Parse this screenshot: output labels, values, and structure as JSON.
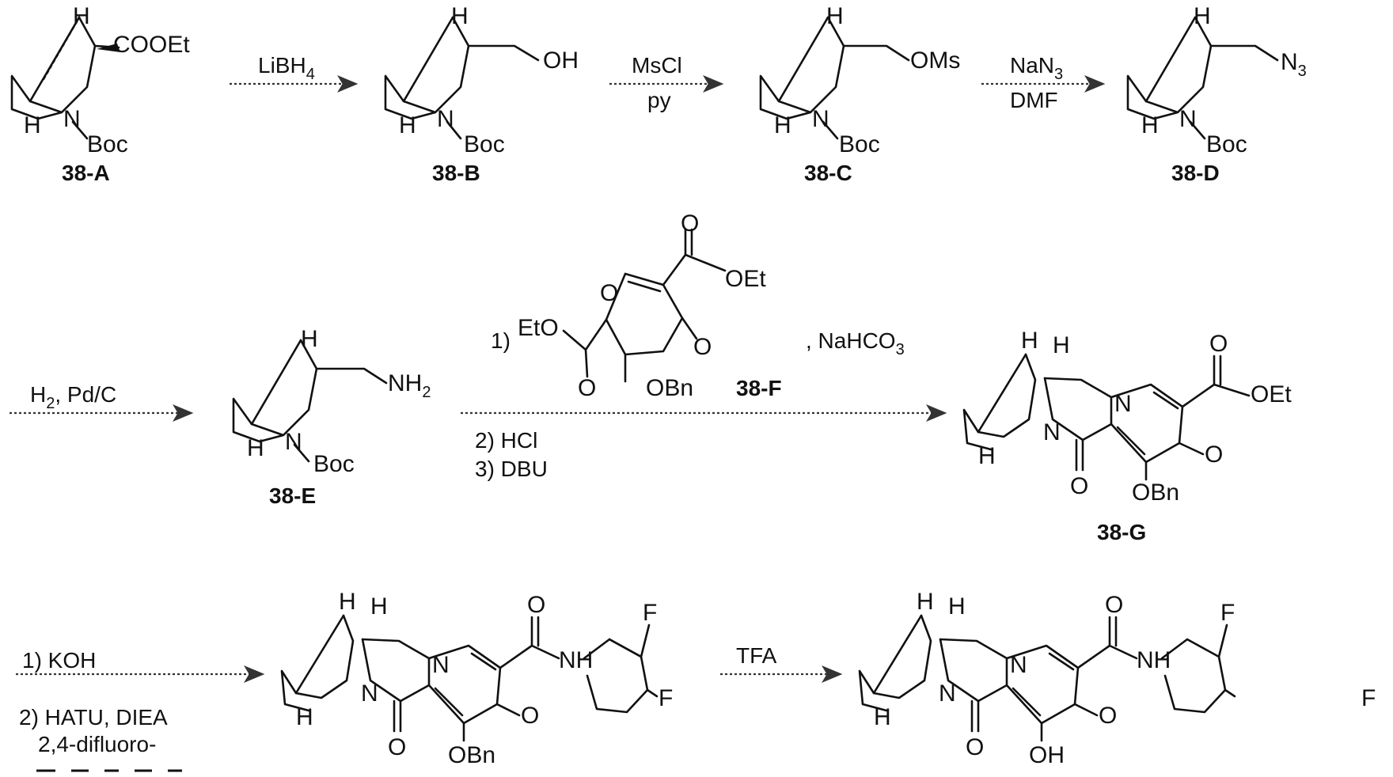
{
  "compounds": {
    "a": "38-A",
    "b": "38-B",
    "c": "38-C",
    "d": "38-D",
    "e": "38-E",
    "f": "38-F",
    "g": "38-G"
  },
  "atoms": {
    "h": "H",
    "n": "N",
    "o": "O",
    "f": "F",
    "boc": "Boc",
    "cooet": "COOEt",
    "oh": "OH",
    "oms": "OMs",
    "n3_main": "N",
    "n3_sub": "3",
    "nh2_main": "NH",
    "nh2_sub": "2",
    "oet": "OEt",
    "eto": "EtO",
    "obn": "OBn",
    "nh": "NH"
  },
  "reagents": {
    "step1": {
      "main": "LiBH",
      "sub": "4"
    },
    "step2": {
      "line1": "MsCl",
      "line2": "py"
    },
    "step3": {
      "line1_main": "NaN",
      "line1_sub": "3",
      "line2": "DMF"
    },
    "step4": {
      "main": "H",
      "sub": "2",
      "rest": ", Pd/C"
    },
    "step5": {
      "num1": "1)",
      "extra_main": ", NaHCO",
      "extra_sub": "3",
      "line2": "2) HCl",
      "line3": "3) DBU"
    },
    "step6": {
      "line1": "1) KOH",
      "line2": "2) HATU, DIEA",
      "line3": "2,4-difluoro-"
    },
    "step7": {
      "line1": "TFA"
    }
  }
}
